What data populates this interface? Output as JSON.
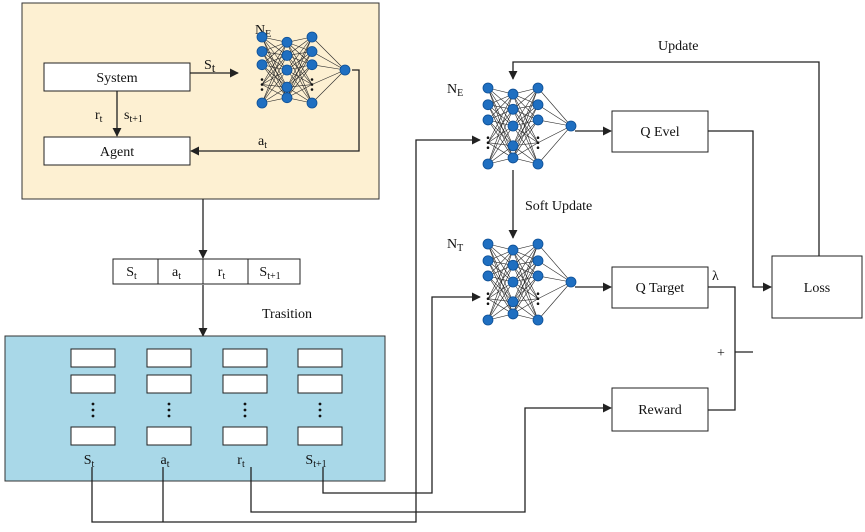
{
  "agent_panel": {
    "system_label": "System",
    "agent_label": "Agent",
    "network_label": "N",
    "network_sub": "E",
    "state_label": "S",
    "state_sub": "t",
    "reward_label": "r",
    "reward_sub": "t",
    "next_state_label": "s",
    "next_state_sub": "t+1",
    "action_label": "a",
    "action_sub": "t"
  },
  "transition_tuple": [
    {
      "main": "S",
      "sub": "t"
    },
    {
      "main": "a",
      "sub": "t"
    },
    {
      "main": "r",
      "sub": "t"
    },
    {
      "main": "S",
      "sub": "t+1"
    }
  ],
  "buffer": {
    "title": "Trasition",
    "columns": [
      {
        "main": "S",
        "sub": "t"
      },
      {
        "main": "a",
        "sub": "t"
      },
      {
        "main": "r",
        "sub": "t"
      },
      {
        "main": "S",
        "sub": "t+1"
      }
    ]
  },
  "learner": {
    "update_label": "Update",
    "soft_update_label": "Soft Update",
    "eval_net_label": "N",
    "eval_net_sub": "E",
    "target_net_label": "N",
    "target_net_sub": "T",
    "q_eval_label": "Q Evel",
    "q_target_label": "Q Target",
    "reward_label": "Reward",
    "loss_label": "Loss",
    "lambda_label": "λ",
    "plus_label": "+"
  },
  "colors": {
    "agent_panel_fill": "#fdf0d2",
    "buffer_fill": "#a9d8e8",
    "node_fill": "#1f6fc1"
  }
}
